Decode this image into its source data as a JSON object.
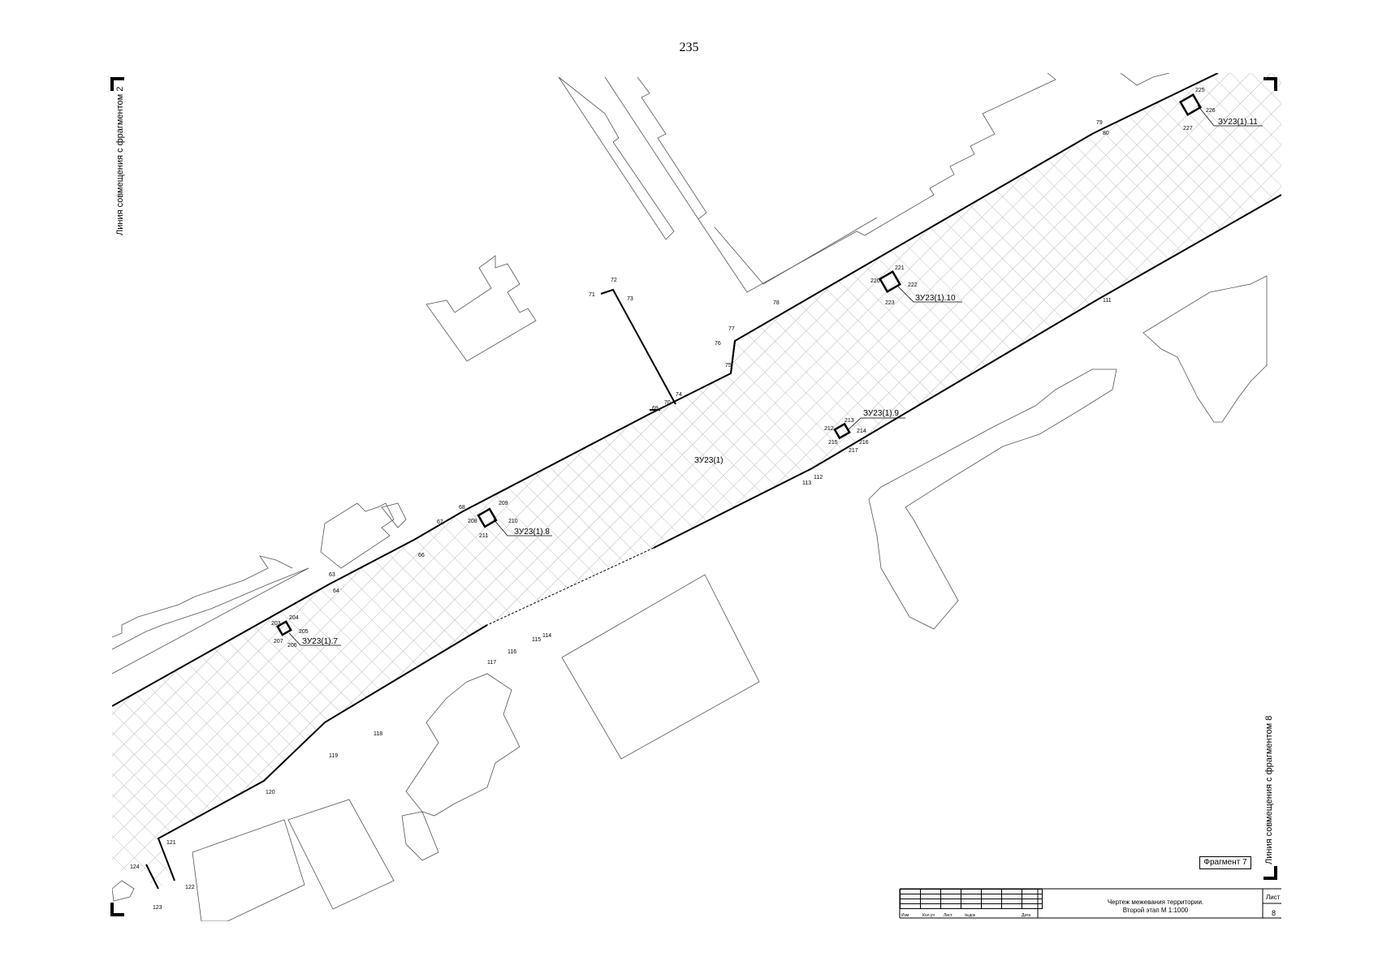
{
  "page_number": "235",
  "match_line_left": "Линия совмещения с фрагментом 2",
  "match_line_right": "Линия совмещения с фрагментом 8",
  "fragment_label": "Фрагмент 7",
  "main_plot_label": "ЗУ23(1)",
  "sub_plots": [
    {
      "label": "ЗУ23(1).7"
    },
    {
      "label": "ЗУ23(1).8"
    },
    {
      "label": "ЗУ23(1).9"
    },
    {
      "label": "ЗУ23(1).10"
    },
    {
      "label": "ЗУ23(1).11"
    }
  ],
  "title_block": {
    "drawing_title_line1": "Чертеж межевания территории.",
    "drawing_title_line2": "Второй этап М 1:1000",
    "sheet_label": "Лист",
    "sheet_number": "8",
    "col_izm": "Изм",
    "col_kol": "Кол.уч",
    "col_list": "Лист",
    "col_ndok": "№док",
    "col_data": "Дата"
  },
  "point_numbers": {
    "p63": "63",
    "p64": "64",
    "p66": "66",
    "p67": "67",
    "p68": "68",
    "p69": "69",
    "p70": "70",
    "p71": "71",
    "p72": "72",
    "p73": "73",
    "p74": "74",
    "p75": "75",
    "p76": "76",
    "p77": "77",
    "p78": "78",
    "p79": "79",
    "p80": "80",
    "p111": "111",
    "p112": "112",
    "p113": "113",
    "p114": "114",
    "p115": "115",
    "p116": "116",
    "p117": "117",
    "p118": "118",
    "p119": "119",
    "p120": "120",
    "p121": "121",
    "p122": "122",
    "p123": "123",
    "p124": "124",
    "p203": "203",
    "p204": "204",
    "p205": "205",
    "p206": "206",
    "p207": "207",
    "p208": "208",
    "p209": "209",
    "p210": "210",
    "p211": "211",
    "p212": "212",
    "p213": "213",
    "p214": "214",
    "p215": "215",
    "p216": "216",
    "p217": "217",
    "p220": "220",
    "p221": "221",
    "p222": "222",
    "p223": "223",
    "p225": "225",
    "p226": "226",
    "p227": "227"
  }
}
